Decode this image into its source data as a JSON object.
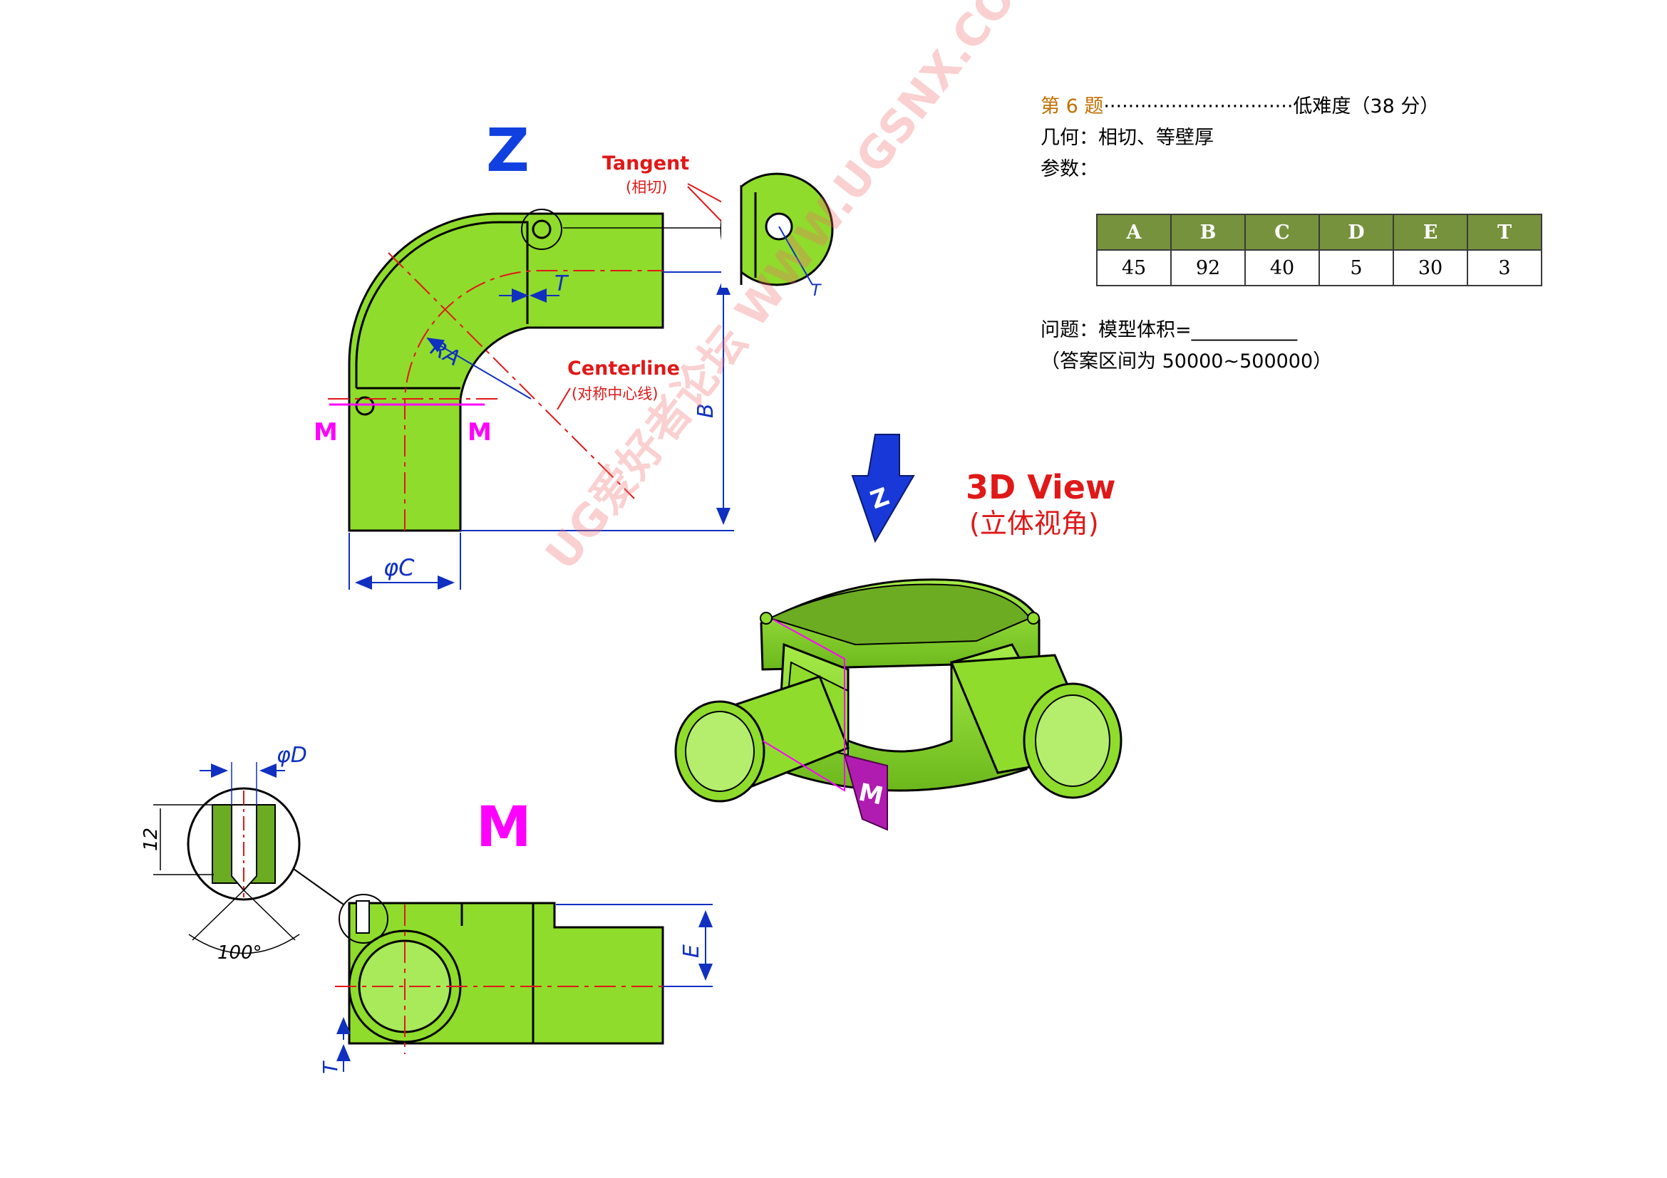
{
  "question": {
    "title": "第 6 题",
    "dots": "·······························",
    "difficulty": "低难度（38 分）",
    "geometry": "几何：相切、等壁厚",
    "params_label": "参数："
  },
  "params": {
    "headers": [
      "A",
      "B",
      "C",
      "D",
      "E",
      "T"
    ],
    "values": [
      "45",
      "92",
      "40",
      "5",
      "30",
      "3"
    ]
  },
  "problem": {
    "line": "问题：模型体积=___________",
    "range": "（答案区间为 50000~500000）"
  },
  "views": {
    "z_label": "Z",
    "m_label": "M",
    "section_marker": "M",
    "tangent": "Tangent",
    "tangent_cn": "(相切)",
    "centerline": "Centerline",
    "centerline_cn": "(对称中心线)",
    "view3d": "3D View",
    "view3d_cn": "(立体视角)",
    "arrow_z": "Z"
  },
  "dimensions": {
    "ra": "RA",
    "t": "T",
    "b": "B",
    "c": "φC",
    "d": "φD",
    "e": "E",
    "depth": "12",
    "angle": "100°"
  },
  "watermark": "UG爱好者论坛 WWW.UGSNX.COM",
  "colors": {
    "part_green": "#8fdc2c",
    "dim_blue": "#1030c0",
    "label_red": "#e01818",
    "magenta": "#ff00ff",
    "table_header": "#76923c",
    "title_orange": "#c07000"
  }
}
